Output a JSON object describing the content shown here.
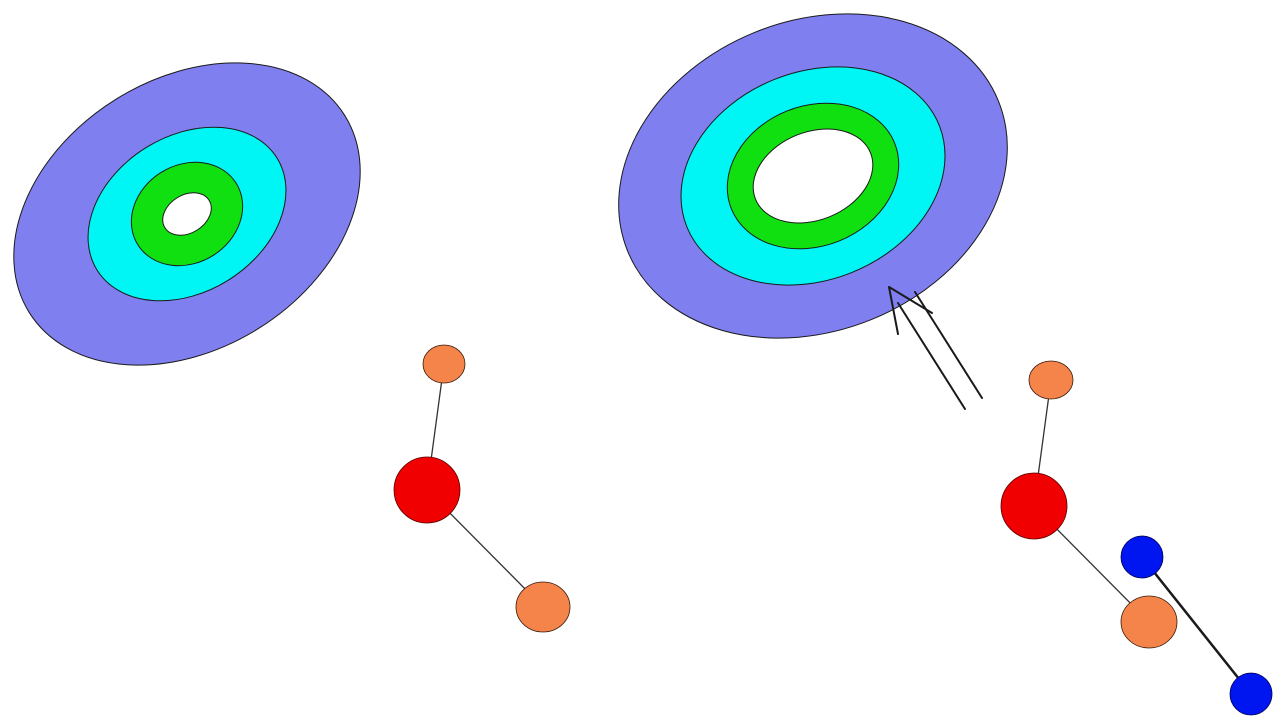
{
  "colors": {
    "background": "#ffffff",
    "outer_band": "#7f7fef",
    "middle_band": "#00f5f5",
    "inner_band": "#10e010",
    "core": "#ffffff",
    "oxygen_atom": "#f00000",
    "hydrogen_atom": "#f5844a",
    "extra_atom": "#0016f0",
    "outline": "#1a1a1a",
    "bond": "#333333"
  },
  "diagram": {
    "left_panel": {
      "contour_plot": {
        "bands": [
          "outer_band",
          "middle_band",
          "inner_band",
          "core"
        ]
      },
      "molecule": {
        "atoms": [
          "hydrogen_atom",
          "oxygen_atom",
          "hydrogen_atom"
        ]
      }
    },
    "right_panel": {
      "contour_plot": {
        "bands": [
          "outer_band",
          "middle_band",
          "inner_band",
          "core"
        ]
      },
      "molecule": {
        "atoms": [
          "hydrogen_atom",
          "oxygen_atom",
          "hydrogen_atom"
        ]
      },
      "approaching_pair": {
        "atoms": [
          "extra_atom",
          "extra_atom"
        ]
      },
      "arrow": {
        "style": "double-line",
        "points_toward": "contour_plot"
      }
    }
  }
}
